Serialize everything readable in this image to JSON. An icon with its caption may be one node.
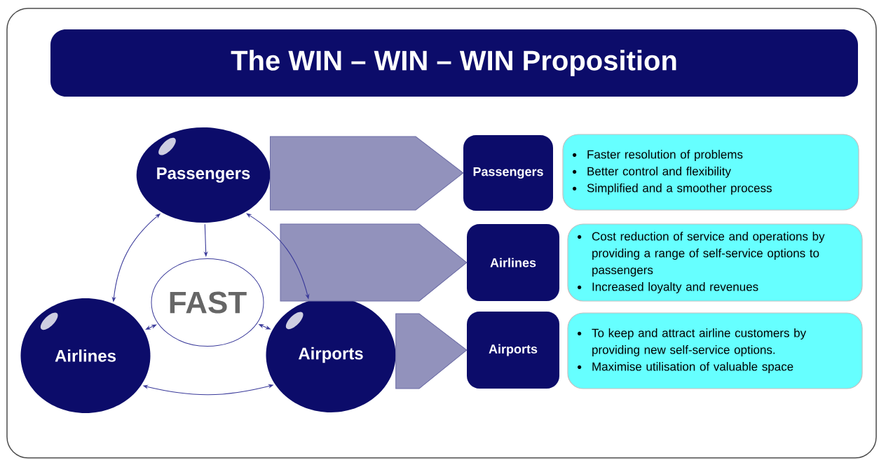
{
  "diagram": {
    "title": "The WIN – WIN – WIN    Proposition",
    "nodes": [
      {
        "text": [
          "Passengers"
        ]
      },
      {
        "text": [
          "FAST"
        ]
      },
      {
        "text": [
          "Airlines"
        ]
      },
      {
        "text": [
          "Airports"
        ]
      },
      {
        "text": [
          "Passengers"
        ]
      },
      {
        "text": [
          "Faster resolution of problems",
          "Better control and flexibility",
          "Simplified and a smoother process"
        ]
      },
      {
        "text": [
          "Airlines"
        ]
      },
      {
        "text": [
          "Cost reduction of service and operations by providing a range of self-service options to passengers",
          "Increased loyalty and revenues"
        ]
      },
      {
        "text": [
          "Airports"
        ]
      },
      {
        "text": [
          "To keep and attract airline customers by providing new self-service options.",
          "Maximise utilisation of valuable space"
        ]
      }
    ],
    "edges": [
      {
        "from": 0,
        "to": 4,
        "arrow": "to",
        "style": "thick"
      },
      {
        "from": null,
        "to": 6,
        "arrow": "to",
        "style": "thick"
      },
      {
        "from": 3,
        "to": 8,
        "arrow": "to",
        "style": "thick"
      },
      {
        "from": 0,
        "to": 1,
        "arrow": "to"
      },
      {
        "from": 0,
        "to": 2,
        "arrow": "both"
      },
      {
        "from": 0,
        "to": 3,
        "arrow": "both"
      },
      {
        "from": 1,
        "to": 2,
        "arrow": "both"
      },
      {
        "from": 1,
        "to": 3,
        "arrow": "both"
      },
      {
        "from": 2,
        "to": 3,
        "arrow": "both"
      }
    ]
  }
}
